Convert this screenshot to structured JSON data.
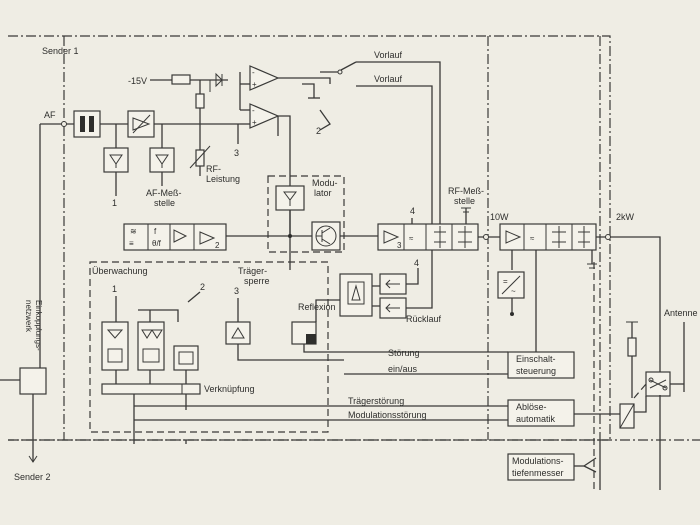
{
  "diagram": {
    "colors": {
      "paper": "#efede4",
      "ink": "#3a3a38"
    },
    "labels": {
      "sender1": "Sender 1",
      "sender2": "Sender 2",
      "af": "AF",
      "minus15v": "-15V",
      "vorlauf1": "Vorlauf",
      "vorlauf2": "Vorlauf",
      "ruecklauf": "Rücklauf",
      "reflexion": "Reflexion",
      "stoerung": "Störung",
      "einaus": "ein/aus",
      "traegerstoerung": "Trägerstörung",
      "modulationsstoerung": "Modulationsstörung",
      "verknuepfung": "Verknüpfung",
      "ueberwachung": "Überwachung",
      "traegersperre1": "Träger-",
      "traegersperre2": "sperre",
      "modulator1": "Modu-",
      "modulator2": "lator",
      "rfleistung1": "RF-",
      "rfleistung2": "Leistung",
      "afmess1": "AF-Meß-",
      "afmess2": "stelle",
      "rfmess1": "RF-Meß-",
      "rfmess2": "stelle",
      "p10w": "10W",
      "p2kw": "2kW",
      "antenne": "Antenne",
      "einkopplung1": "Einkopplungs-",
      "einkopplung2": "netzwerk",
      "einschalt1": "Einschalt-",
      "einschalt2": "steuerung",
      "abloese1": "Ablöse-",
      "abloese2": "automatik",
      "modmess1": "Modulations-",
      "modmess2": "tiefenmesser",
      "n1a": "1",
      "n1b": "1",
      "n2a": "2",
      "n2b": "2",
      "n3a": "3",
      "n3b": "3",
      "n4a": "4",
      "n4b": "4"
    }
  }
}
